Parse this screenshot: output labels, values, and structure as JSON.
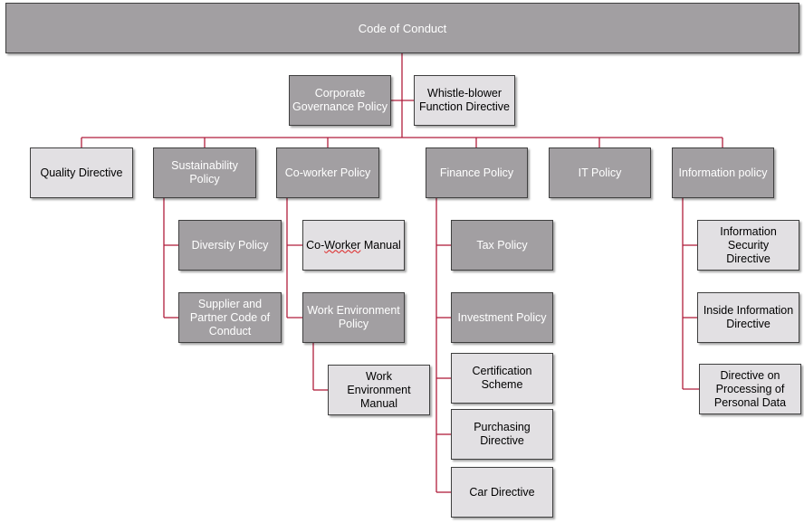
{
  "nodes": {
    "root": "Code of Conduct",
    "corporate_governance": "Corporate Governance Policy",
    "whistle_blower": "Whistle-blower Function Directive",
    "quality": "Quality Directive",
    "sustainability": "Sustainability Policy",
    "coworker": "Co-worker Policy",
    "finance": "Finance Policy",
    "it": "IT Policy",
    "information": "Information policy",
    "diversity": "Diversity Policy",
    "supplier": "Supplier and Partner Code of Conduct",
    "coworker_manual_a": "Co-",
    "coworker_manual_b": "Worker",
    "coworker_manual_c": " Manual",
    "work_env_policy": "Work Environment Policy",
    "work_env_manual": "Work Environment Manual",
    "tax": "Tax Policy",
    "investment": "Investment Policy",
    "certification": "Certification Scheme",
    "purchasing": "Purchasing Directive",
    "car": "Car Directive",
    "info_security": "Information Security Directive",
    "inside_info": "Inside Information Directive",
    "personal_data": "Directive on Processing of Personal Data"
  },
  "colors": {
    "connector": "#b01e3c",
    "dark_box": "#a29fa2",
    "light_box": "#e2e0e3"
  }
}
